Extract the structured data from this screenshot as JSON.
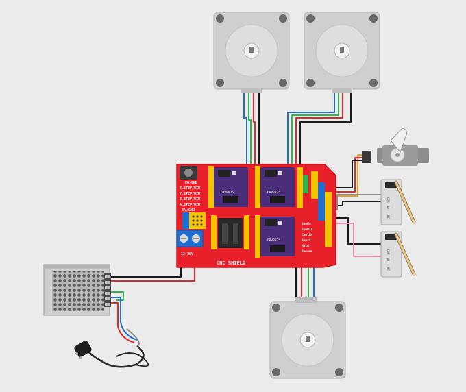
{
  "colors": {
    "background": "#ebebeb",
    "board": "#e8202a",
    "board_edge": "#c4141d",
    "driver": "#4a2e7a",
    "header_yellow": "#f5c400",
    "motor_body": "#cfcfcf",
    "wire_blue": "#1f6fd1",
    "wire_green": "#2fb34a",
    "wire_red": "#e0282a",
    "wire_black": "#1a1a1a",
    "wire_orange": "#f39c12",
    "wire_pink": "#f08aa6",
    "wire_grey": "#8c8c8c"
  },
  "board": {
    "silkscreen_labels": [
      "EN/GND",
      "X.STEP/DIR",
      "Y.STEP/DIR",
      "Z.STEP/DIR",
      "A.STEP/DIR",
      "5V/GND"
    ],
    "title": "CNC SHIELD",
    "power_label": "12-36V",
    "side_labels": [
      "SpnEn",
      "SpnDir",
      "CoolEn",
      "Abort",
      "Hold",
      "Resume"
    ],
    "driver_chip_label": "DRV8825"
  },
  "limit_switch_labels": [
    "COM",
    "NO",
    "NC"
  ],
  "icons": {
    "stepper": "stepper-motor-icon",
    "servo": "servo-motor-icon",
    "psu": "power-supply-icon",
    "plug": "power-plug-icon",
    "switch": "limit-switch-icon"
  }
}
